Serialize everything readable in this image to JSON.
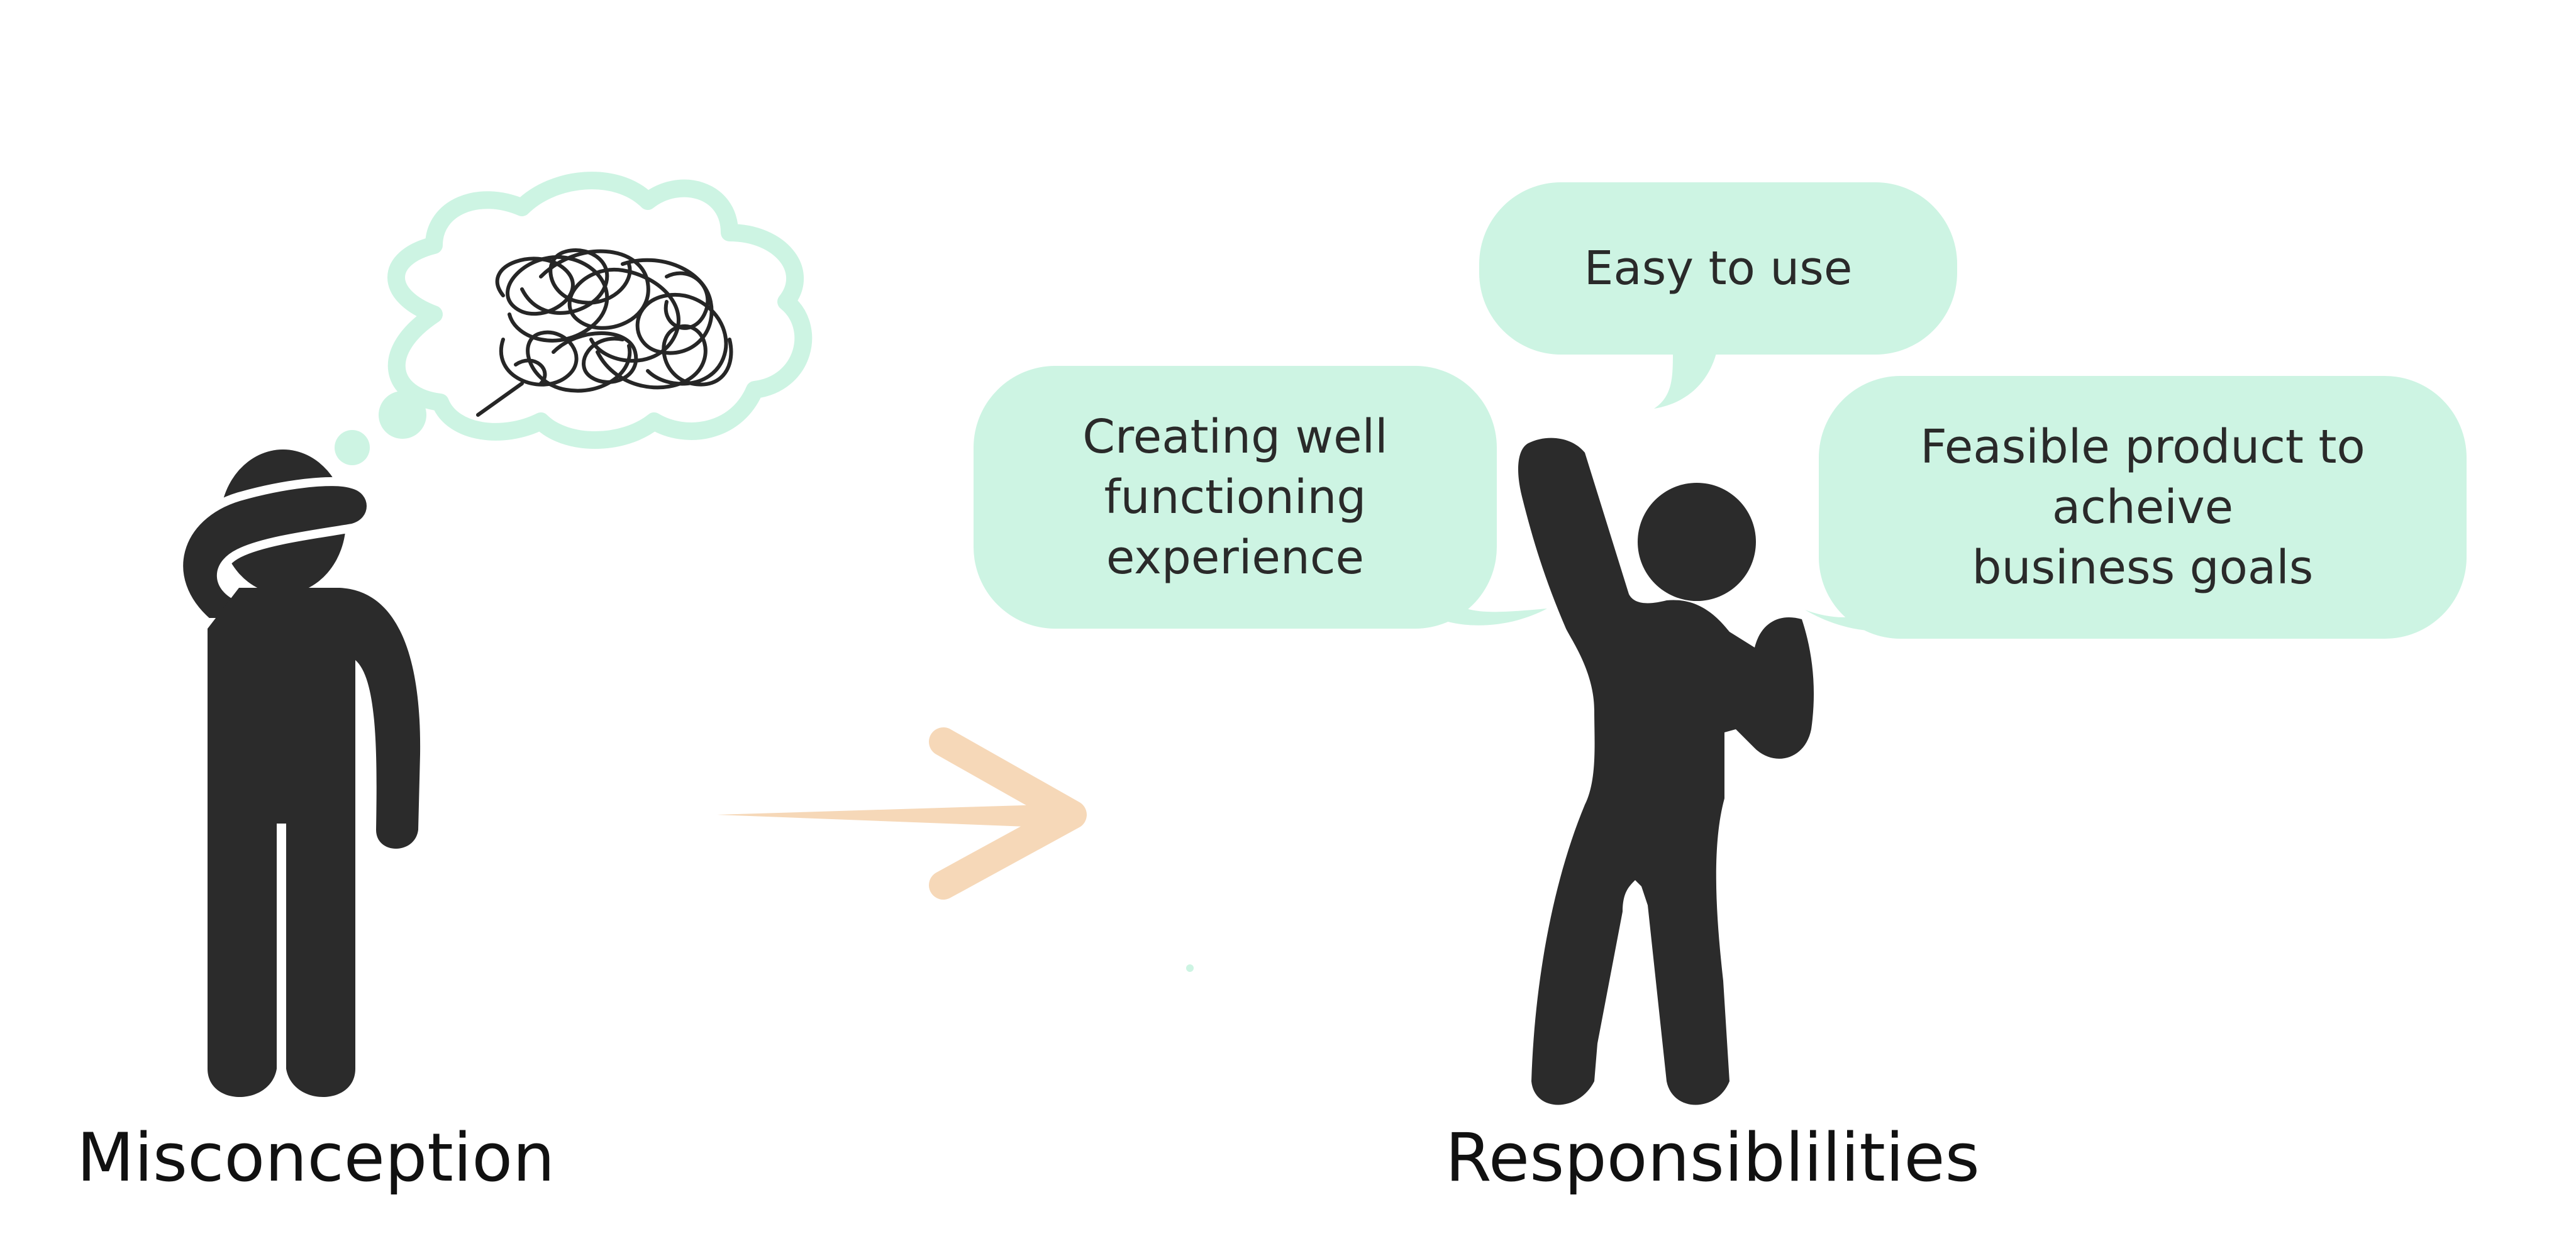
{
  "labels": {
    "misconception": "Misconception",
    "responsibilities": "Responsiblilities"
  },
  "bubbles": {
    "easy_to_use": "Easy to use",
    "creating": "Creating well\nfunctioning\nexperience",
    "feasible": "Feasible product to\nacheive\nbusiness goals"
  },
  "colors": {
    "figure": "#2b2b2b",
    "bubble_fill": "#cdf4e3",
    "thought_cloud": "#cdf4e3",
    "arrow": "#f6d8b8",
    "text": "#111111"
  },
  "icons": {
    "left_figure": "confused-person-icon",
    "right_figure": "raising-hand-person-icon",
    "thought": "thought-cloud-icon",
    "scribble": "tangled-scribble-icon",
    "arrow": "arrow-right-icon"
  }
}
